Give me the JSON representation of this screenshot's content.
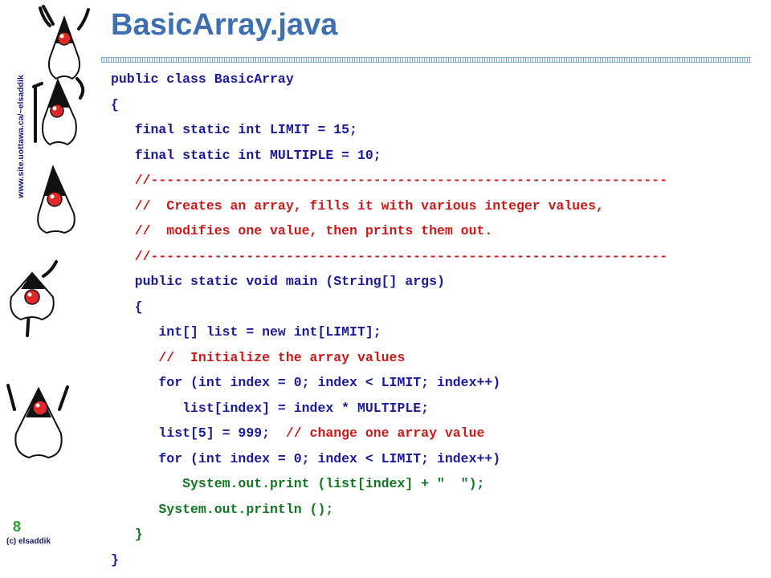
{
  "slide": {
    "title": "BasicArray.java",
    "side_url": "www.site.uottawa.ca/~elsaddik",
    "page_number": "8",
    "copyright": "(c) elsaddik"
  },
  "code_lines": [
    [
      {
        "text": "public class BasicArray",
        "color": "blue"
      }
    ],
    [
      {
        "text": "{",
        "color": "blue"
      }
    ],
    [
      {
        "text": "   final static int LIMIT = 15;",
        "color": "blue"
      }
    ],
    [
      {
        "text": "   final static int MULTIPLE = 10;",
        "color": "blue"
      }
    ],
    [
      {
        "text": "   //-----------------------------------------------------------------",
        "color": "red"
      }
    ],
    [
      {
        "text": "   //  Creates an array, fills it with various integer values,",
        "color": "red"
      }
    ],
    [
      {
        "text": "   //  modifies one value, then prints them out.",
        "color": "red"
      }
    ],
    [
      {
        "text": "   //-----------------------------------------------------------------",
        "color": "red"
      }
    ],
    [
      {
        "text": "   public static void main (String[] args)",
        "color": "blue"
      }
    ],
    [
      {
        "text": "   {",
        "color": "blue"
      }
    ],
    [
      {
        "text": "      int[] list = new int[LIMIT];",
        "color": "blue"
      }
    ],
    [
      {
        "text": "      //  Initialize the array values",
        "color": "red"
      }
    ],
    [
      {
        "text": "      for (int index = 0; index < LIMIT; index++)",
        "color": "blue"
      }
    ],
    [
      {
        "text": "         list[index] = index * MULTIPLE;",
        "color": "blue"
      }
    ],
    [
      {
        "text": "      list[5] = 999;  ",
        "color": "blue"
      },
      {
        "text": "// change one array value",
        "color": "red"
      }
    ],
    [
      {
        "text": "      for (int index = 0; index < LIMIT; index++)",
        "color": "blue"
      }
    ],
    [
      {
        "text": "         System.out.print (list[index] + \"  \");",
        "color": "green"
      }
    ],
    [
      {
        "text": "      System.out.println ();",
        "color": "green"
      }
    ],
    [
      {
        "text": "   }",
        "color": "green"
      }
    ],
    [
      {
        "text": "}",
        "color": "blue"
      }
    ]
  ],
  "colors": {
    "blue": "#1a1a99",
    "red": "#cc1a1a",
    "green": "#117722",
    "title": "#3e6fb0"
  },
  "icons": [
    "duke-mascot-icon"
  ]
}
